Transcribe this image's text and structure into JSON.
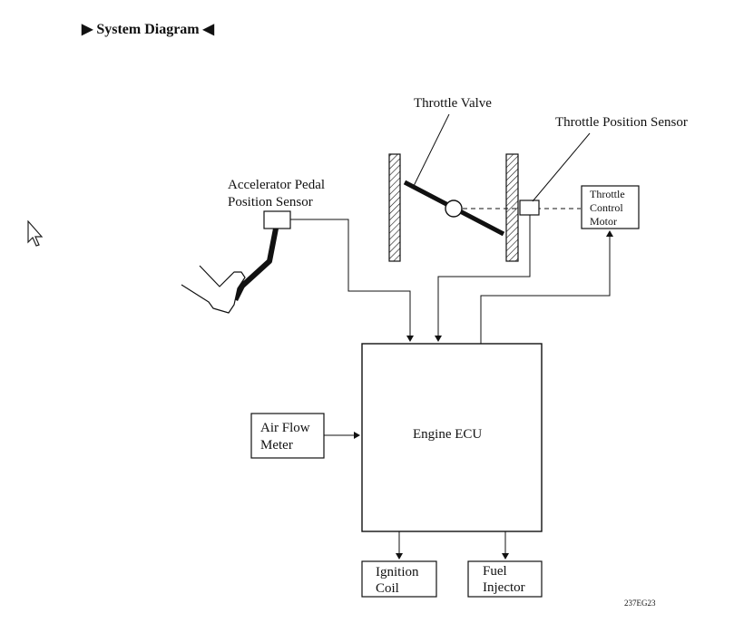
{
  "header": {
    "title": "System Diagram",
    "left_marker": "▶",
    "right_marker": "◀"
  },
  "labels": {
    "throttle_valve": "Throttle Valve",
    "throttle_position_sensor": "Throttle Position Sensor",
    "accelerator_pedal_line1": "Accelerator Pedal",
    "accelerator_pedal_line2": "Position Sensor",
    "throttle_control_motor_line1": "Throttle",
    "throttle_control_motor_line2": "Control",
    "throttle_control_motor_line3": "Motor",
    "engine_ecu": "Engine ECU",
    "air_flow_meter_line1": "Air Flow",
    "air_flow_meter_line2": "Meter",
    "ignition_coil_line1": "Ignition",
    "ignition_coil_line2": "Coil",
    "fuel_injector_line1": "Fuel",
    "fuel_injector_line2": "Injector",
    "figure_code": "237EG23"
  },
  "icons": {
    "cursor": "mouse-pointer-icon"
  },
  "colors": {
    "line": "#111111",
    "background": "#ffffff"
  }
}
